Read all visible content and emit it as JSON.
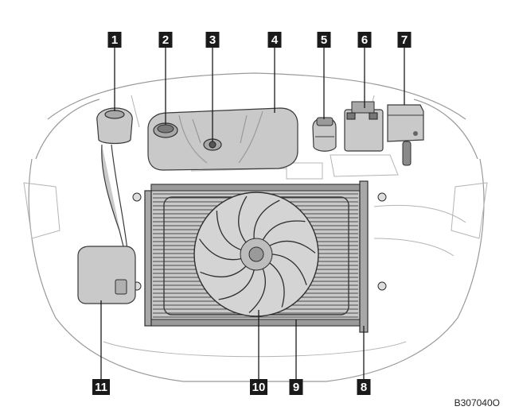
{
  "figure": {
    "code": "B307040O",
    "callouts": [
      {
        "number": "1"
      },
      {
        "number": "2"
      },
      {
        "number": "3"
      },
      {
        "number": "4"
      },
      {
        "number": "5"
      },
      {
        "number": "6"
      },
      {
        "number": "7"
      },
      {
        "number": "8"
      },
      {
        "number": "9"
      },
      {
        "number": "10"
      },
      {
        "number": "11"
      }
    ]
  },
  "colors": {
    "callout_fill": "#1a1a1a",
    "callout_text": "#ffffff",
    "component_fill": "#c9c9c9",
    "vehicle_outline": "#9a9a9a"
  }
}
